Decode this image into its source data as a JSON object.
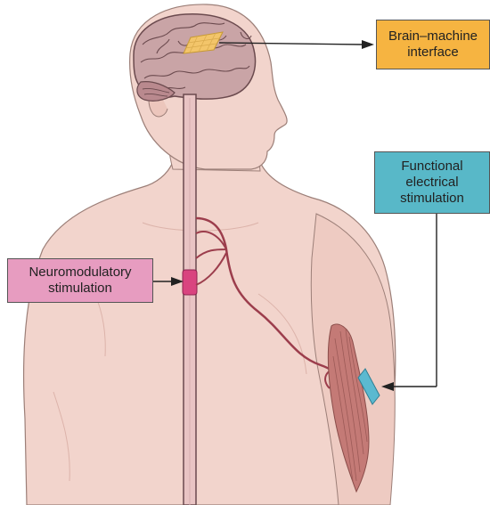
{
  "callouts": {
    "brain_machine_interface": {
      "label": "Brain–machine\ninterface",
      "fill": "#f6b441"
    },
    "functional_electrical_stimulation": {
      "label": "Functional\nelectrical\nstimulation",
      "fill": "#58b8c8"
    },
    "neuromodulatory_stimulation": {
      "label": "Neuromodulatory\nstimulation",
      "fill": "#e79cc0"
    }
  },
  "colors": {
    "skin": "#f2d4cc",
    "skin_shadow": "#e3b8ae",
    "outline": "#9c7f78",
    "brain": "#c9a4a6",
    "brain_outline": "#6b4a4e",
    "spinal_cord": "#e9c4c4",
    "nerve": "#9c3d4c",
    "muscle": "#c47a76",
    "implant_brain": "#f3c56a",
    "implant_spinal": "#d9447f",
    "electrode": "#5bb9d0",
    "arrow": "#222222"
  }
}
